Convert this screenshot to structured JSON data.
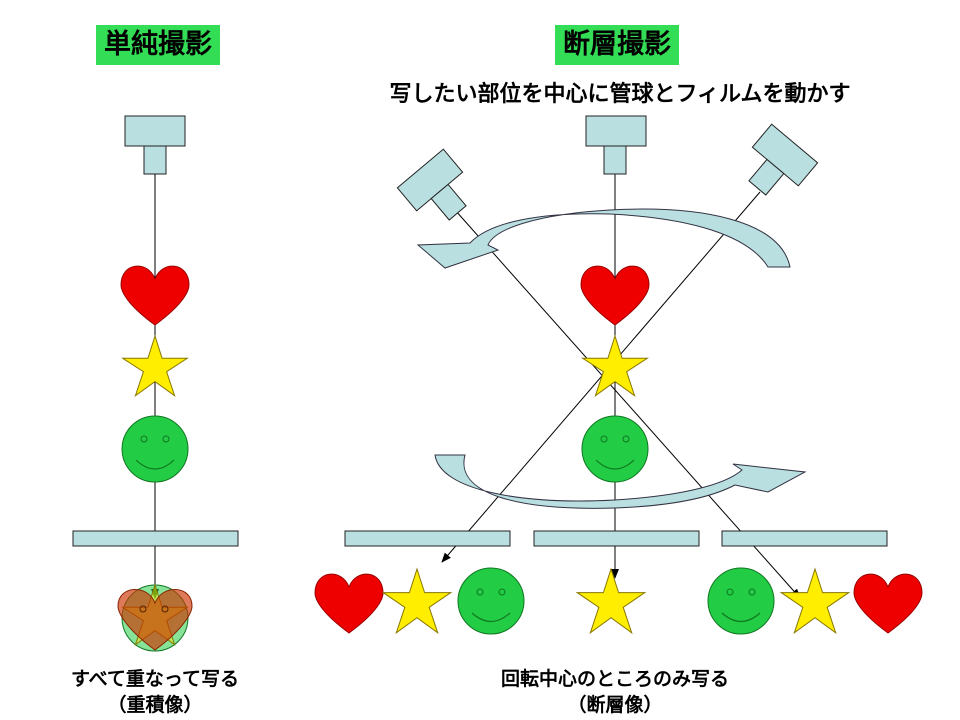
{
  "left_panel": {
    "title": "単純撮影",
    "caption_line1": "すべて重なって写る",
    "caption_line2": "（重積像）"
  },
  "right_panel": {
    "title": "断層撮影",
    "subtitle": "写したい部位を中心に管球とフィルムを動かす",
    "caption_line1": "回転中心のところのみ写る",
    "caption_line2": "（断層像）"
  },
  "colors": {
    "title_bg": "#33dd55",
    "tube": "#b9dfe0",
    "heart": "#ee0000",
    "star": "#ffee00",
    "face": "#22cc44",
    "arrow": "#b9dfe0"
  },
  "icons": [
    "x-ray-tube-icon",
    "heart-icon",
    "star-icon",
    "smiley-icon",
    "film-plate-icon",
    "curved-arrow-icon"
  ]
}
